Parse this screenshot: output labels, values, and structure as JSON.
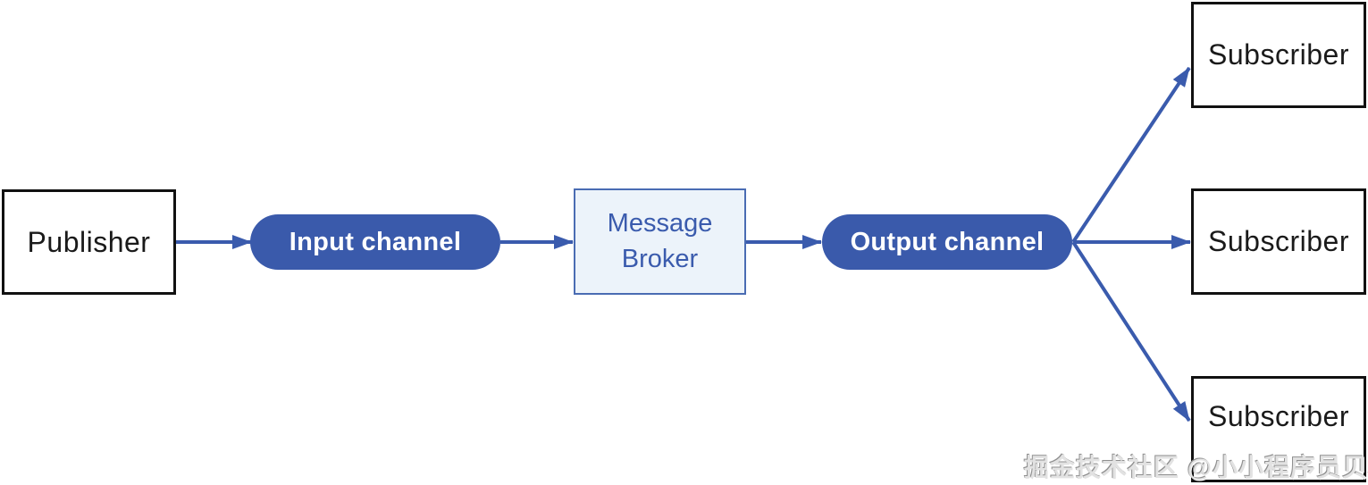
{
  "diagram": {
    "nodes": {
      "publisher": {
        "label": "Publisher"
      },
      "input_channel": {
        "label": "Input channel"
      },
      "message_broker": {
        "label": "Message Broker"
      },
      "output_channel": {
        "label": "Output channel"
      },
      "subscriber_top": {
        "label": "Subscriber"
      },
      "subscriber_middle": {
        "label": "Subscriber"
      },
      "subscriber_bottom": {
        "label": "Subscriber"
      }
    },
    "colors": {
      "channel_pill_fill": "#3a5aab",
      "channel_pill_text": "#ffffff",
      "arrow": "#3a5bad",
      "broker_fill": "#ecf3fa",
      "broker_border": "#4a6cb3",
      "broker_text": "#3a5bad",
      "rect_node_border": "#111111",
      "rect_node_text": "#1a1a1a"
    }
  },
  "watermark": {
    "text": "掘金技术社区 @小小程序员贝塔"
  }
}
